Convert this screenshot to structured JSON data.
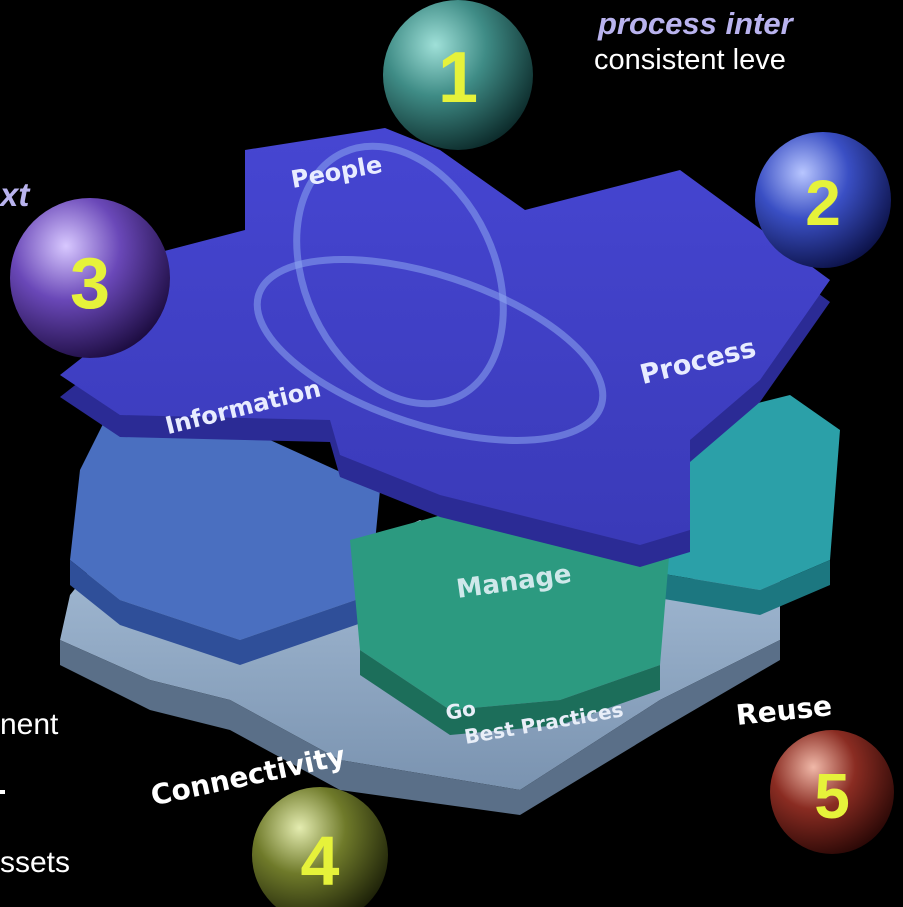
{
  "header_right": {
    "title": "process inter",
    "subtitle": "consistent leve"
  },
  "header_left": {
    "fragment": "xt"
  },
  "left_text": {
    "line1": "nent",
    "line2": "ssets"
  },
  "hexes": {
    "people": "People",
    "process": "Process",
    "information": "Information",
    "manage": "Manage",
    "governance": "Best Practices",
    "governance_cut": "Go"
  },
  "floor_labels": {
    "connectivity": "Connectivity",
    "reuse": "Reuse"
  },
  "spheres": [
    {
      "number": "1",
      "color": "#3f8c86"
    },
    {
      "number": "2",
      "color": "#3a4fc4"
    },
    {
      "number": "3",
      "color": "#6a48b8"
    },
    {
      "number": "4",
      "color": "#6f7a2a"
    },
    {
      "number": "5",
      "color": "#8a2c22"
    }
  ],
  "number_color": "#e6f23a"
}
